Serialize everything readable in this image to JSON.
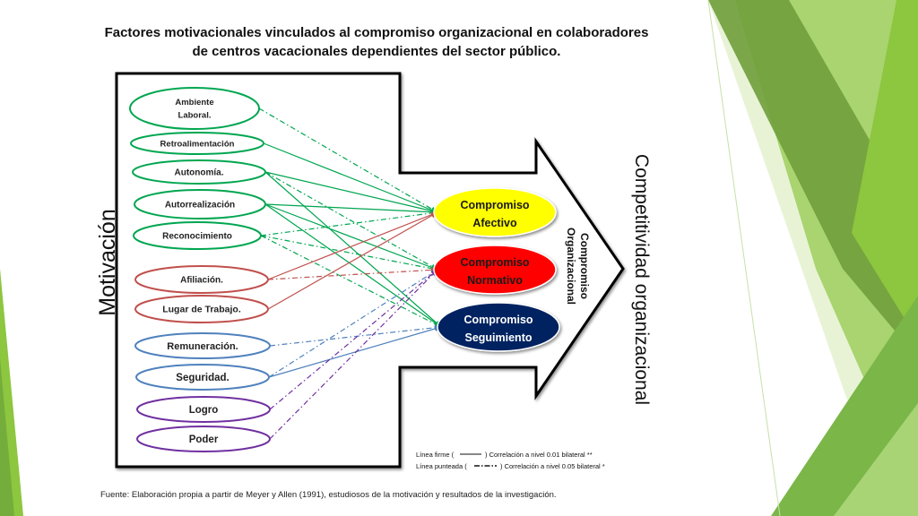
{
  "title": {
    "line1": "Factores motivacionales vinculados al compromiso organizacional en colaboradores",
    "line2": "de centros vacacionales dependientes del sector público."
  },
  "labels": {
    "motivacion": "Motivación",
    "competitividad": "Competitividad organizacional",
    "compromiso_org_line1": "Compromiso",
    "compromiso_org_line2": "Organizacional"
  },
  "factors": [
    {
      "id": "ambiente",
      "lines": [
        "Ambiente",
        "Laboral."
      ],
      "group": "green"
    },
    {
      "id": "retroalimentacion",
      "lines": [
        "Retroalimentación"
      ],
      "group": "green"
    },
    {
      "id": "autonomia",
      "lines": [
        "Autonomía."
      ],
      "group": "green"
    },
    {
      "id": "autorrealizacion",
      "lines": [
        "Autorrealización"
      ],
      "group": "green"
    },
    {
      "id": "reconocimiento",
      "lines": [
        "Reconocimiento"
      ],
      "group": "green"
    },
    {
      "id": "afiliacion",
      "lines": [
        "Afiliación."
      ],
      "group": "red"
    },
    {
      "id": "lugar",
      "lines": [
        "Lugar de Trabajo."
      ],
      "group": "red"
    },
    {
      "id": "remuneracion",
      "lines": [
        "Remuneración."
      ],
      "group": "blue"
    },
    {
      "id": "seguridad",
      "lines": [
        "Seguridad."
      ],
      "group": "blue"
    },
    {
      "id": "logro",
      "lines": [
        "Logro"
      ],
      "group": "purple"
    },
    {
      "id": "poder",
      "lines": [
        "Poder"
      ],
      "group": "purple"
    }
  ],
  "commitments": [
    {
      "id": "afectivo",
      "lines": [
        "Compromiso",
        "Afectivo"
      ],
      "fill": "#ffff00",
      "text_color": "#1a1a1a"
    },
    {
      "id": "normativo",
      "lines": [
        "Compromiso",
        "Normativo"
      ],
      "fill": "#ff0000",
      "text_color": "#1a1a1a"
    },
    {
      "id": "seguimiento",
      "lines": [
        "Compromiso",
        "Seguimiento"
      ],
      "fill": "#002060",
      "text_color": "#ffffff"
    }
  ],
  "connections": [
    {
      "from": "ambiente",
      "to": "afectivo",
      "style": "dashed"
    },
    {
      "from": "retroalimentacion",
      "to": "afectivo",
      "style": "solid"
    },
    {
      "from": "autonomia",
      "to": "afectivo",
      "style": "solid"
    },
    {
      "from": "autonomia",
      "to": "normativo",
      "style": "dashed"
    },
    {
      "from": "autonomia",
      "to": "seguimiento",
      "style": "solid"
    },
    {
      "from": "autorrealizacion",
      "to": "afectivo",
      "style": "solid"
    },
    {
      "from": "autorrealizacion",
      "to": "normativo",
      "style": "solid"
    },
    {
      "from": "autorrealizacion",
      "to": "seguimiento",
      "style": "solid"
    },
    {
      "from": "reconocimiento",
      "to": "afectivo",
      "style": "dashed"
    },
    {
      "from": "reconocimiento",
      "to": "normativo",
      "style": "dashed"
    },
    {
      "from": "reconocimiento",
      "to": "seguimiento",
      "style": "dashed"
    },
    {
      "from": "afiliacion",
      "to": "afectivo",
      "style": "solid"
    },
    {
      "from": "afiliacion",
      "to": "normativo",
      "style": "dashed"
    },
    {
      "from": "lugar",
      "to": "afectivo",
      "style": "solid"
    },
    {
      "from": "remuneracion",
      "to": "seguimiento",
      "style": "dashed"
    },
    {
      "from": "seguridad",
      "to": "seguimiento",
      "style": "solid"
    },
    {
      "from": "seguridad",
      "to": "normativo",
      "style": "dashed"
    },
    {
      "from": "logro",
      "to": "normativo",
      "style": "dashed"
    },
    {
      "from": "poder",
      "to": "normativo",
      "style": "dashed"
    }
  ],
  "legend": {
    "solid_prefix": "Línea firme (",
    "solid_suffix": ") Correlación a nivel 0.01 bilateral **",
    "dashed_prefix": "Línea punteada (",
    "dashed_suffix": ") Correlación a nivel 0.05 bilateral *"
  },
  "colors": {
    "green": "#00a650",
    "red": "#c0504d",
    "blue": "#4f81bd",
    "purple": "#7030a0"
  },
  "source": "Fuente: Elaboración propia a partir de Meyer y Allen (1991), estudiosos de la motivación y resultados de la investigación."
}
